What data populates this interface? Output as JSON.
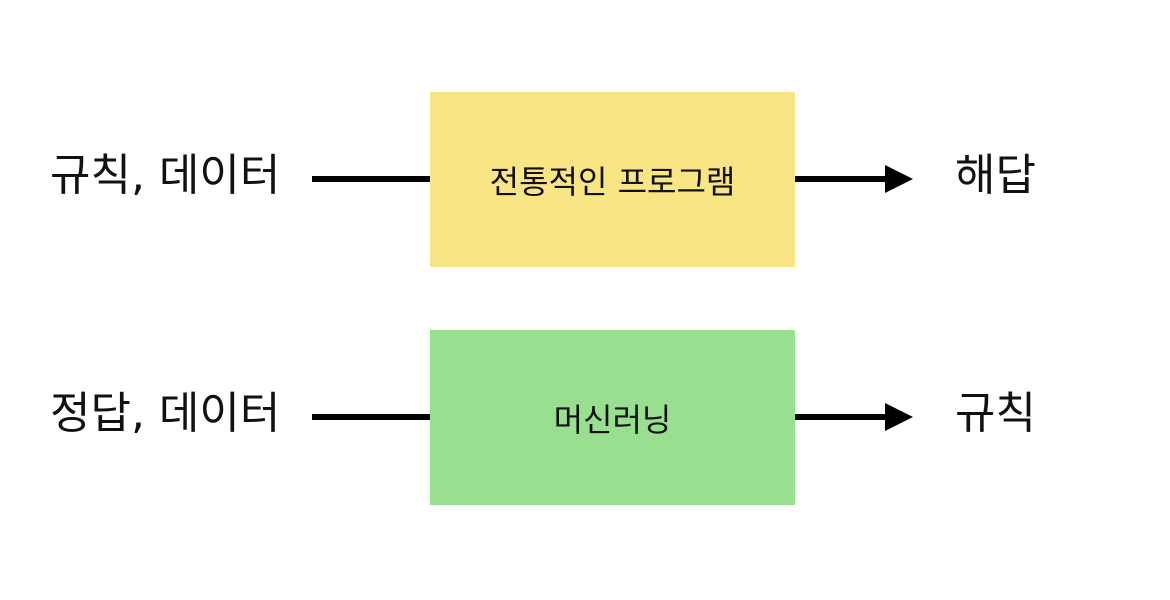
{
  "rows": [
    {
      "input": "규칙, 데이터",
      "process": "전통적인 프로그램",
      "output": "해답",
      "box_color": "#f9e583"
    },
    {
      "input": "정답, 데이터",
      "process": "머신러닝",
      "output": "규칙",
      "box_color": "#98e08f"
    }
  ]
}
